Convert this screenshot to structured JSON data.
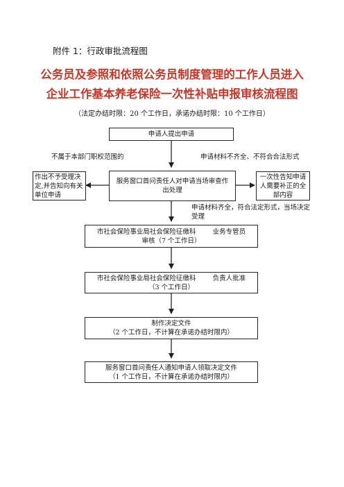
{
  "header": {
    "attachment": "附件 1：行政审批流程图",
    "title_line1": "公务员及参照和依照公务员制度管理的工作人员进入",
    "title_line2": "企业工作基本养老保险一次性补贴申报审核流程图",
    "subtitle": "（法定办结时限：20 个工作日，承诺办结时限：10 个工作日）"
  },
  "flow": {
    "step1": "申请人提出申请",
    "label_left": "不属于本部门职权范围的",
    "label_right": "申请材料不齐全、不符合合法形式",
    "side_left": "作出不予受理决定,并告知向有关单位申请",
    "step2": "服务窗口首问责任人对申请当场审查作出处理",
    "side_right": "一次性告知申请人需要补正的全部内容",
    "label_accept": "申请材料齐全，符合法定形式，当场决定受理",
    "step3_line1": "市社会保险事业局社会保险征缴科        业务专管员",
    "step3_line2": "审核（7 个工作日）",
    "step4_line1": "市社会保险事业局社会保险征缴科        负责人批准",
    "step4_line2": "（3 个工作日）",
    "step5_line1": "制作决定文件",
    "step5_line2": "（2 个工作日，不计算在承诺办结时限内）",
    "step6_line1": "服务窗口首问责任人通知申请人领取决定文件",
    "step6_line2": "（1 个工作日，不计算在承诺办结时限内）"
  }
}
